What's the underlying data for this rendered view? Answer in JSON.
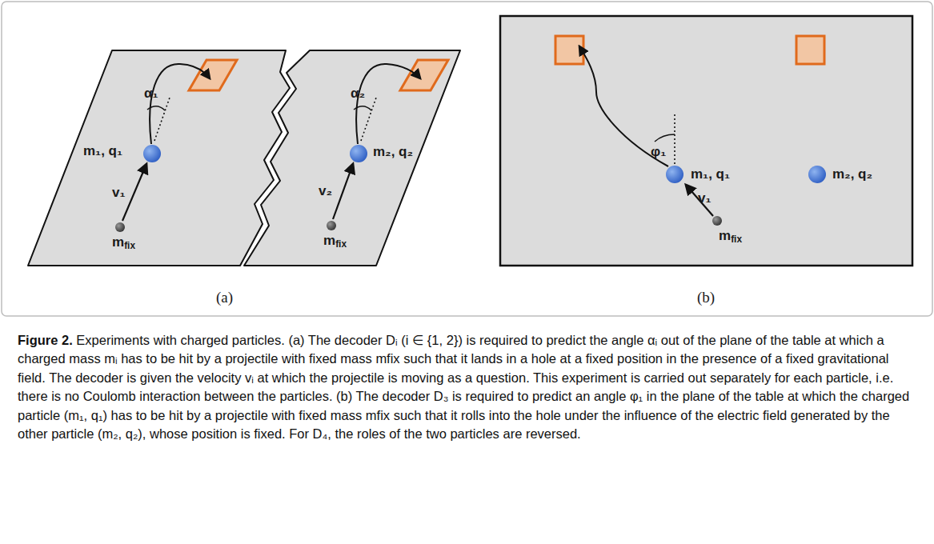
{
  "diagram": {
    "caption": "Figure 2. Experiments with charged particles. (a) The decoder Dᵢ (i ∈ {1, 2}) is required to predict the angle αᵢ out of the plane of the table at which a charged mass mᵢ has to be hit by a projectile with fixed mass mfix such that it lands in a hole at a fixed position in the presence of a fixed gravitational field. The decoder is given the velocity vᵢ at which the projectile is moving as a question. This experiment is carried out separately for each particle, i.e. there is no Coulomb interaction between the particles. (b) The decoder D₃ is required to predict an angle φ₁ in the plane of the table at which the charged particle (m₁, q₁) has to be hit by a projectile with fixed mass mfix such that it rolls into the hole under the influence of the electric field generated by the other particle (m₂, q₂), whose position is fixed. For D₄, the roles of the two particles are reversed.",
    "labels": [
      "m₁, q₁",
      "α₁",
      "v₁",
      "mfix",
      "m₂, q₂",
      "α₂",
      "v₂",
      "mfix",
      "(a)",
      "φ₁",
      "m₁, q₁",
      "v₁",
      "mfix",
      "m₂, q₂",
      "(b)"
    ]
  }
}
